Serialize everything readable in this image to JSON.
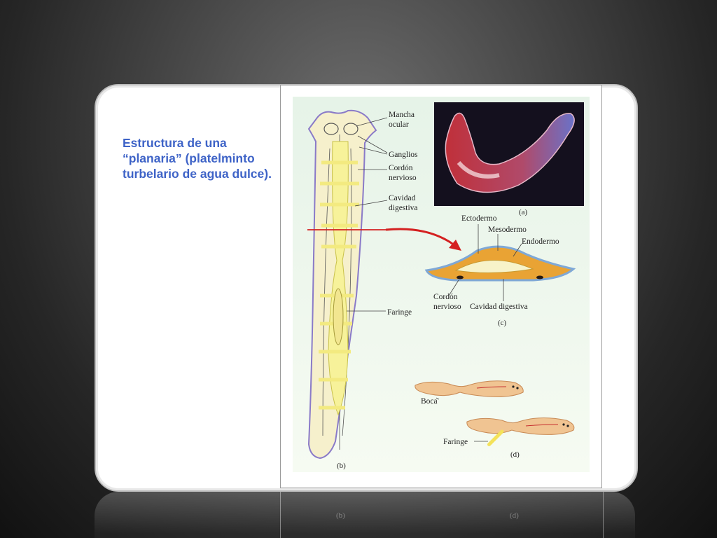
{
  "caption": "Estructura de una “planaria” (platelminto turbelario de agua dulce).",
  "labels": {
    "mancha_ocular": [
      "Mancha",
      "ocular"
    ],
    "ganglios": "Ganglios",
    "cordon_nervioso": [
      "Cordón",
      "nervioso"
    ],
    "cavidad_digestiva": [
      "Cavidad",
      "digestiva"
    ],
    "faringe": "Faringe",
    "ectodermo": "Ectodermo",
    "mesodermo": "Mesodermo",
    "endodermo": "Endodermo",
    "cordon_nervioso_c": [
      "Cordón",
      "nervioso"
    ],
    "cavidad_digestiva_c": "Cavidad digestiva",
    "boca": "Boca",
    "faringe_d": "Faringe"
  },
  "panels": {
    "a": "(a)",
    "b": "(b)",
    "c": "(c)",
    "d": "(d)"
  },
  "colors": {
    "caption": "#3e63c7",
    "arrow": "#d42020",
    "figure_bg": "#e9f4e6"
  }
}
